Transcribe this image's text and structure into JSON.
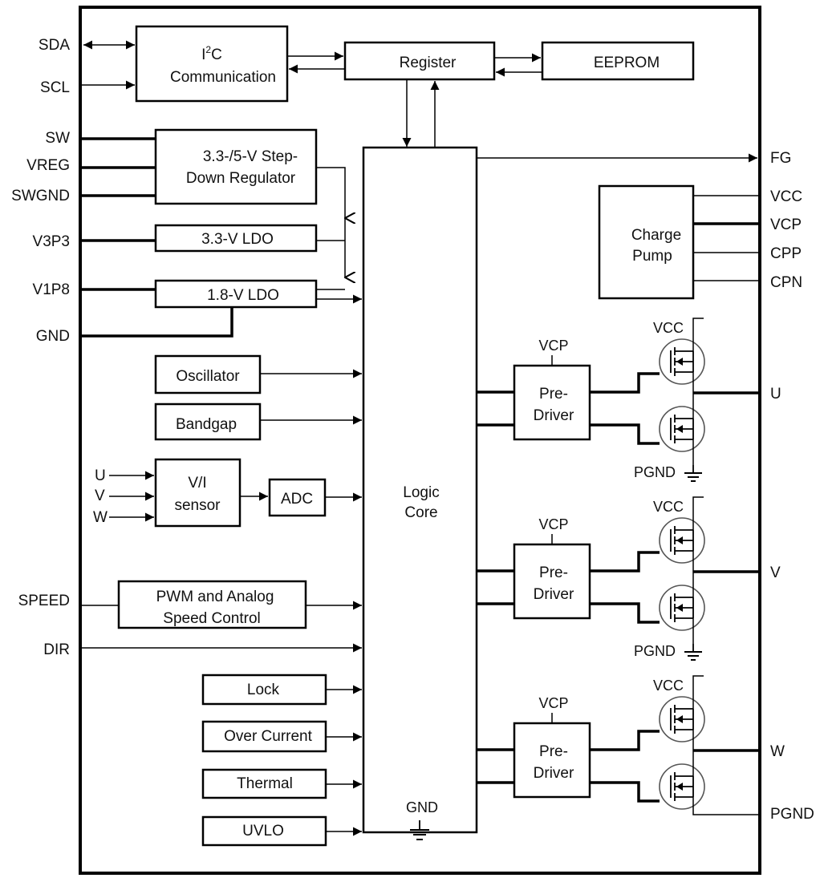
{
  "pins": {
    "sda": "SDA",
    "scl": "SCL",
    "sw": "SW",
    "vreg": "VREG",
    "swgnd": "SWGND",
    "v3p3": "V3P3",
    "v1p8": "V1P8",
    "gnd": "GND",
    "speed": "SPEED",
    "dir": "DIR",
    "fg": "FG",
    "vcc": "VCC",
    "vcp": "VCP",
    "cpp": "CPP",
    "cpn": "CPN",
    "u": "U",
    "v": "V",
    "w": "W",
    "pgnd": "PGND"
  },
  "blocks": {
    "i2c_line1_sup": "2",
    "i2c_line1_pre": "I",
    "i2c_line1_post": "C",
    "i2c_line2": "Communication",
    "register": "Register",
    "eeprom": "EEPROM",
    "regulator_line1": "3.3-/5-V Step-",
    "regulator_line2": "Down Regulator",
    "ldo33": "3.3-V LDO",
    "ldo18": "1.8-V LDO",
    "oscillator": "Oscillator",
    "bandgap": "Bandgap",
    "vi_line1": "V/I",
    "vi_line2": "sensor",
    "adc": "ADC",
    "pwm_line1": "PWM and Analog",
    "pwm_line2": "Speed Control",
    "lock": "Lock",
    "overcurrent": "Over Current",
    "thermal": "Thermal",
    "uvlo": "UVLO",
    "logic_line1": "Logic",
    "logic_line2": "Core",
    "logic_gnd": "GND",
    "charge_line1": "Charge",
    "charge_line2": "Pump",
    "predriver_line1": "Pre-",
    "predriver_line2": "Driver"
  },
  "labels": {
    "vi_u": "U",
    "vi_v": "V",
    "vi_w": "W",
    "vcp": "VCP",
    "vcc": "VCC",
    "pgnd": "PGND"
  }
}
